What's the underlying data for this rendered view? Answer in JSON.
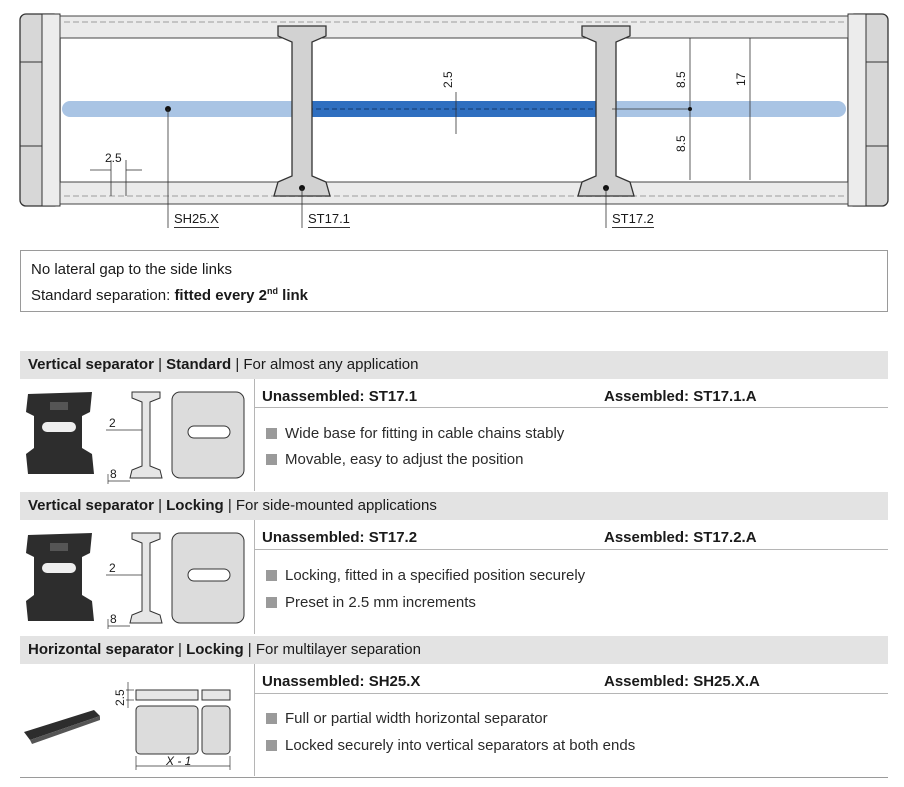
{
  "diagram": {
    "dim_gap": "2.5",
    "dim_bar_thickness": "2.5",
    "dim_upper": "8.5",
    "dim_lower": "8.5",
    "dim_total": "17",
    "callouts": [
      "SH25.X",
      "ST17.1",
      "ST17.2"
    ]
  },
  "note": {
    "line1": "No lateral gap to the side links",
    "line2_prefix": "Standard separation: ",
    "line2_bold": "fitted every 2",
    "line2_sup": "nd",
    "line2_suffix": " link"
  },
  "sections": [
    {
      "kind": "Vertical separator",
      "variant": "Standard",
      "purpose": "For almost any application",
      "unassembled": "Unassembled: ST17.1",
      "assembled": "Assembled: ST17.1.A",
      "dim_a": "2",
      "dim_b": "8",
      "features": [
        "Wide base for fitting in cable chains stably",
        "Movable, easy to adjust the position"
      ]
    },
    {
      "kind": "Vertical separator",
      "variant": "Locking",
      "purpose": "For side-mounted applications",
      "unassembled": "Unassembled: ST17.2",
      "assembled": "Assembled: ST17.2.A",
      "dim_a": "2",
      "dim_b": "8",
      "features": [
        "Locking, fitted in a specified position securely",
        "Preset in 2.5 mm increments"
      ]
    },
    {
      "kind": "Horizontal separator",
      "variant": "Locking",
      "purpose": "For multilayer separation",
      "unassembled": "Unassembled: SH25.X",
      "assembled": "Assembled: SH25.X.A",
      "dim_a": "2.5",
      "dim_b": "X - 1",
      "features": [
        "Full or partial width horizontal separator",
        "Locked securely into vertical separators at both ends"
      ]
    }
  ],
  "sep": " | "
}
